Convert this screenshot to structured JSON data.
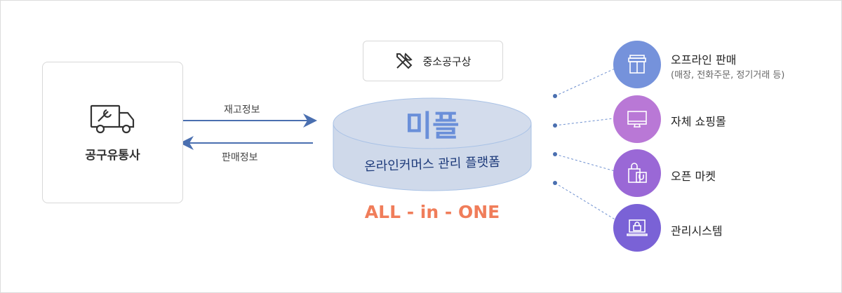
{
  "supplier": {
    "label": "공구유통사",
    "icon": "delivery-truck-icon"
  },
  "flows": {
    "inventory_label": "재고정보",
    "sales_label": "판매정보"
  },
  "top_box": {
    "label": "중소공구상",
    "icon": "tools-icon"
  },
  "platform": {
    "title": "미플",
    "subtitle": "온라인커머스 관리 플랫폼",
    "tagline": "ALL - in - ONE"
  },
  "channels": [
    {
      "label": "오프라인 판매",
      "sub": "(매장, 전화주문, 정기거래 등)",
      "icon": "store-icon",
      "color": "#7592db"
    },
    {
      "label": "자체 쇼핑몰",
      "icon": "monitor-icon",
      "color": "#b978d6"
    },
    {
      "label": "오픈 마켓",
      "icon": "shopping-bag-icon",
      "color": "#9a68d6"
    },
    {
      "label": "관리시스템",
      "icon": "laptop-lock-icon",
      "color": "#7a62d6"
    }
  ],
  "colors": {
    "arrow": "#4a6fb0",
    "accent": "#f07d5a",
    "cylinder": "#cfd9ea"
  }
}
